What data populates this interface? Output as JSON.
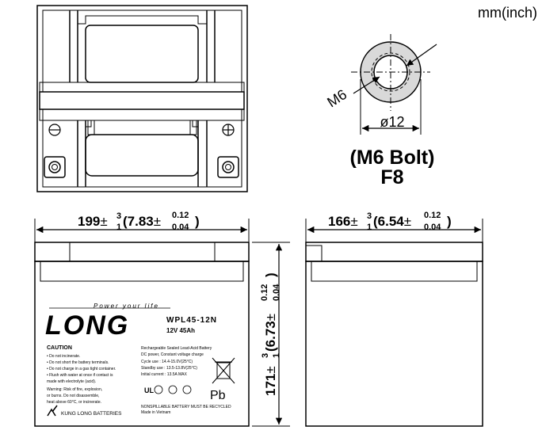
{
  "units_label": "mm(inch)",
  "bolt": {
    "thread": "M6",
    "diameter": "ø12",
    "caption": "(M6 Bolt)",
    "terminal": "F8"
  },
  "dimensions": {
    "length": {
      "base": "199",
      "tol_plus": "3",
      "tol_minus": "1",
      "inch_open": "(7.83",
      "inch_tol_plus": "0.12",
      "inch_tol_minus": "0.04",
      "inch_close": ")"
    },
    "width": {
      "base": "166",
      "tol_plus": "3",
      "tol_minus": "1",
      "inch_open": "(6.54",
      "inch_tol_plus": "0.12",
      "inch_tol_minus": "0.04",
      "inch_close": ")"
    },
    "height": {
      "base": "171",
      "tol_plus": "3",
      "tol_minus": "1",
      "inch_open": "(6.73",
      "inch_tol_plus": "0.12",
      "inch_tol_minus": "0.04",
      "inch_close": ")"
    }
  },
  "symbols": {
    "plus_minus": "±"
  },
  "label": {
    "brand": "LONG",
    "slogan": "Power your life",
    "model": "WPL45-12N",
    "rating": "12V 45Ah",
    "caution_title": "CAUTION",
    "caution_lines": [
      "• Do not incinerate.",
      "• Do not short the battery terminals.",
      "• Do not charge in a gas tight container.",
      "• Flush with water at once if contact is",
      "  made with electrolyte (acid)."
    ],
    "warning_lines": [
      "Warning: Risk of fire, explosion,",
      "or burns. Do not disassemble,",
      "heat above 60°C, or incinerate."
    ],
    "spec_lines": [
      "Rechargeable Sealed Lead-Acid Battery",
      "DC power, Constant voltage charge",
      "Cycle use : 14.4-15.0V(25°C)",
      "Standby use : 13.5-13.8V(25°C)",
      "Initial current : 13.5A MAX"
    ],
    "pb_symbol": "Pb",
    "nonspillable": "NONSPILLABLE   BATTERY MUST BE RECYCLED",
    "made_in": "Made in Vietnam",
    "company": "KUNG LONG BATTERIES"
  }
}
